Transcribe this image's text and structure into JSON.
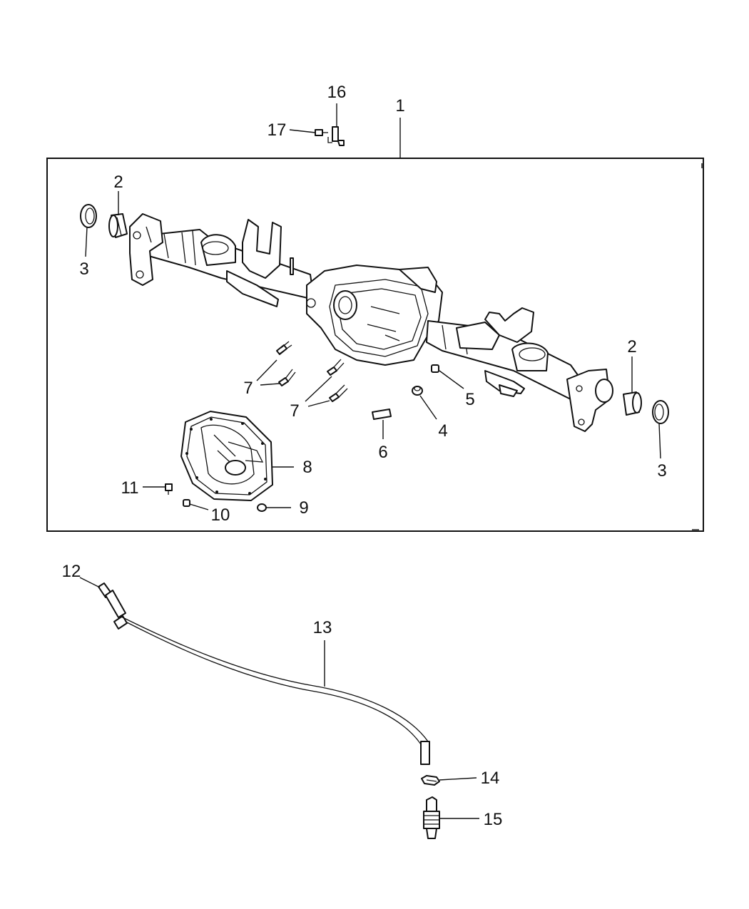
{
  "colors": {
    "ink": "#111111",
    "background": "#ffffff"
  },
  "callouts": {
    "c1": "1",
    "c2a": "2",
    "c2b": "2",
    "c3a": "3",
    "c3b": "3",
    "c4": "4",
    "c5": "5",
    "c6": "6",
    "c7a": "7",
    "c7b": "7",
    "c8": "8",
    "c9": "9",
    "c10": "10",
    "c11": "11",
    "c12": "12",
    "c13": "13",
    "c14": "14",
    "c15": "15",
    "c16": "16",
    "c17": "17"
  }
}
